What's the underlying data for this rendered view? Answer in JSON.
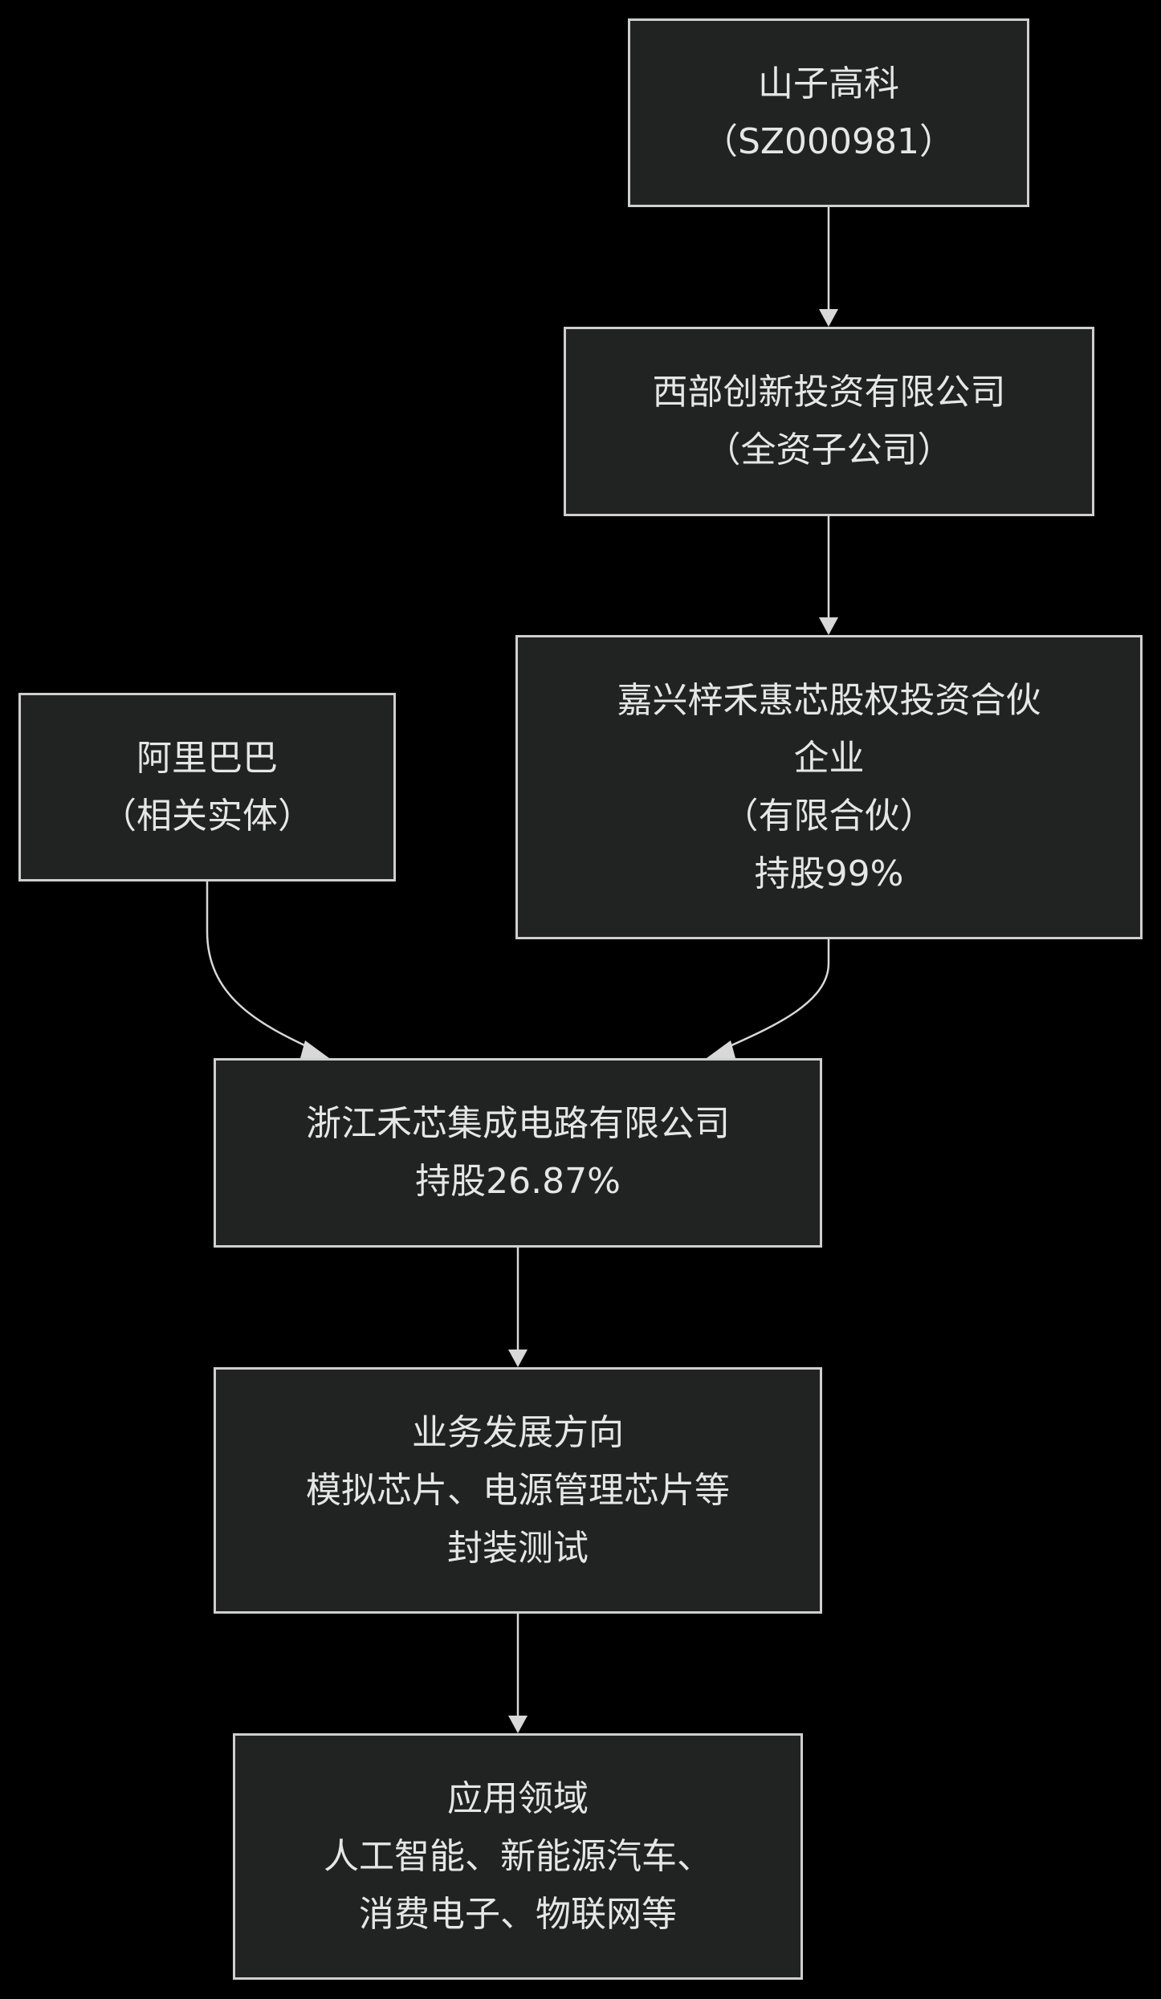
{
  "colors": {
    "background": "#000000",
    "node_fill": "#212222",
    "node_border": "#cfcfcf",
    "text": "#e6e6e6",
    "edge": "#d8d8d8"
  },
  "nodes": {
    "shanzi": {
      "lines": [
        "山子高科",
        "（SZ000981）"
      ]
    },
    "xibu": {
      "lines": [
        "西部创新投资有限公司",
        "（全资子公司）"
      ]
    },
    "jiaxing": {
      "lines": [
        "嘉兴梓禾惠芯股权投资合伙",
        "企业",
        "（有限合伙）",
        "持股99%"
      ]
    },
    "alibaba": {
      "lines": [
        "阿里巴巴",
        "（相关实体）"
      ]
    },
    "hexin": {
      "lines": [
        "浙江禾芯集成电路有限公司",
        "持股26.87%"
      ]
    },
    "business": {
      "lines": [
        "业务发展方向",
        "模拟芯片、电源管理芯片等",
        "封装测试"
      ]
    },
    "application": {
      "lines": [
        "应用领域",
        "人工智能、新能源汽车、",
        "消费电子、物联网等"
      ]
    }
  },
  "edges": [
    {
      "from": "shanzi",
      "to": "xibu"
    },
    {
      "from": "xibu",
      "to": "jiaxing"
    },
    {
      "from": "alibaba",
      "to": "hexin"
    },
    {
      "from": "jiaxing",
      "to": "hexin"
    },
    {
      "from": "hexin",
      "to": "business"
    },
    {
      "from": "business",
      "to": "application"
    }
  ]
}
